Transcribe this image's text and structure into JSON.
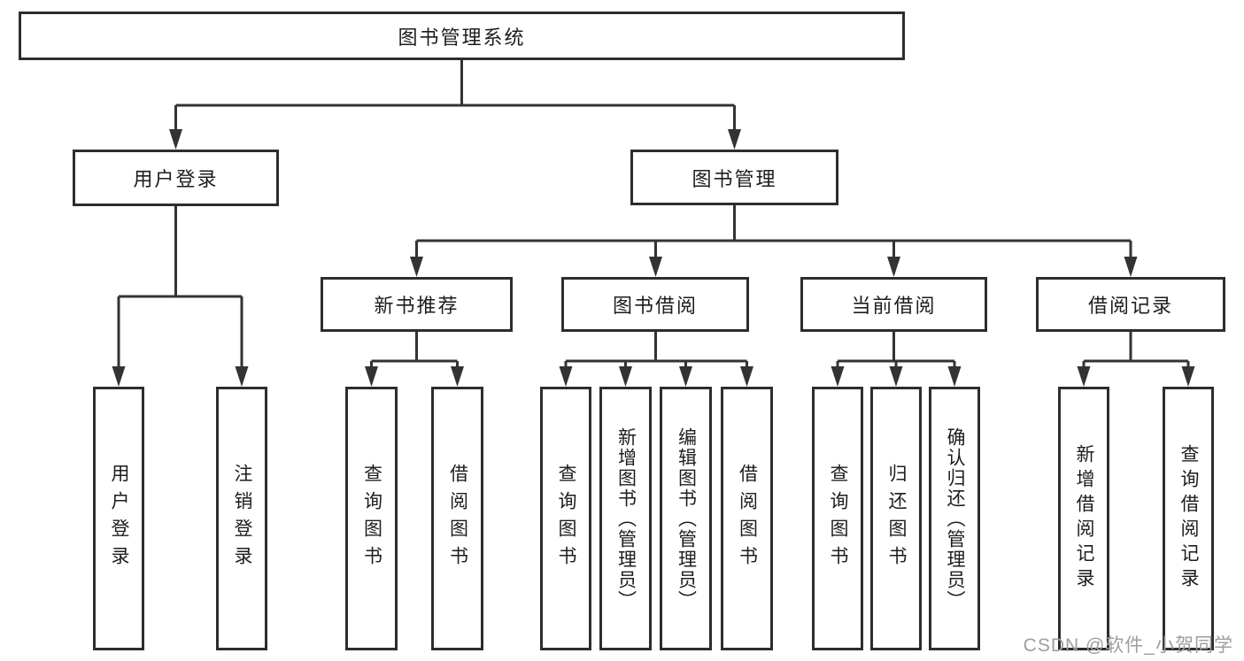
{
  "root": {
    "label": "图书管理系统"
  },
  "branches": [
    {
      "label": "用户登录",
      "children": [
        {
          "label": "用户登录"
        },
        {
          "label": "注销登录"
        }
      ]
    },
    {
      "label": "图书管理",
      "groups": [
        {
          "label": "新书推荐",
          "children": [
            {
              "label": "查询图书"
            },
            {
              "label": "借阅图书"
            }
          ]
        },
        {
          "label": "图书借阅",
          "children": [
            {
              "label": "查询图书"
            },
            {
              "label": "新增图书（管理员）"
            },
            {
              "label": "编辑图书（管理员）"
            },
            {
              "label": "借阅图书"
            }
          ]
        },
        {
          "label": "当前借阅",
          "children": [
            {
              "label": "查询图书"
            },
            {
              "label": "归还图书"
            },
            {
              "label": "确认归还（管理员）"
            }
          ]
        },
        {
          "label": "借阅记录",
          "children": [
            {
              "label": "新增借阅记录"
            },
            {
              "label": "查询借阅记录"
            }
          ]
        }
      ]
    }
  ],
  "watermark": {
    "text": "CSDN @软件_小贺同学"
  },
  "colors": {
    "background": "#ffffff",
    "box_border": "#2d2d2d",
    "line": "#333333",
    "text": "#1d1d1f",
    "watermark": "#9e9e9e"
  }
}
